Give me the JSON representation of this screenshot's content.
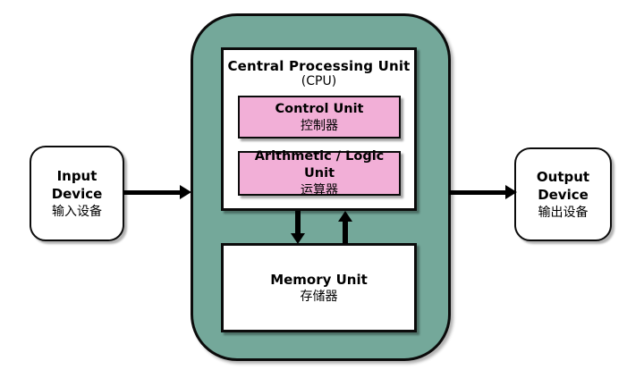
{
  "diagram": {
    "cpu": {
      "title": "Central Processing Unit",
      "subtitle": "(CPU)",
      "control_unit": {
        "label_en": "Control Unit",
        "label_zh": "控制器"
      },
      "alu": {
        "label_en": "Arithmetic / Logic Unit",
        "label_zh": "运算器"
      },
      "memory": {
        "label_en": "Memory Unit",
        "label_zh": "存储器"
      }
    },
    "input_device": {
      "line1": "Input",
      "line2": "Device",
      "label_zh": "输入设备"
    },
    "output_device": {
      "line1": "Output",
      "line2": "Device",
      "label_zh": "输出设备"
    },
    "colors": {
      "cpu_container_bg": "#74A89A",
      "unit_box_bg": "#F2AFD7",
      "device_box_bg": "#FFFFFF",
      "border": "#0B0B0B",
      "background": "#FFFFFF"
    }
  }
}
